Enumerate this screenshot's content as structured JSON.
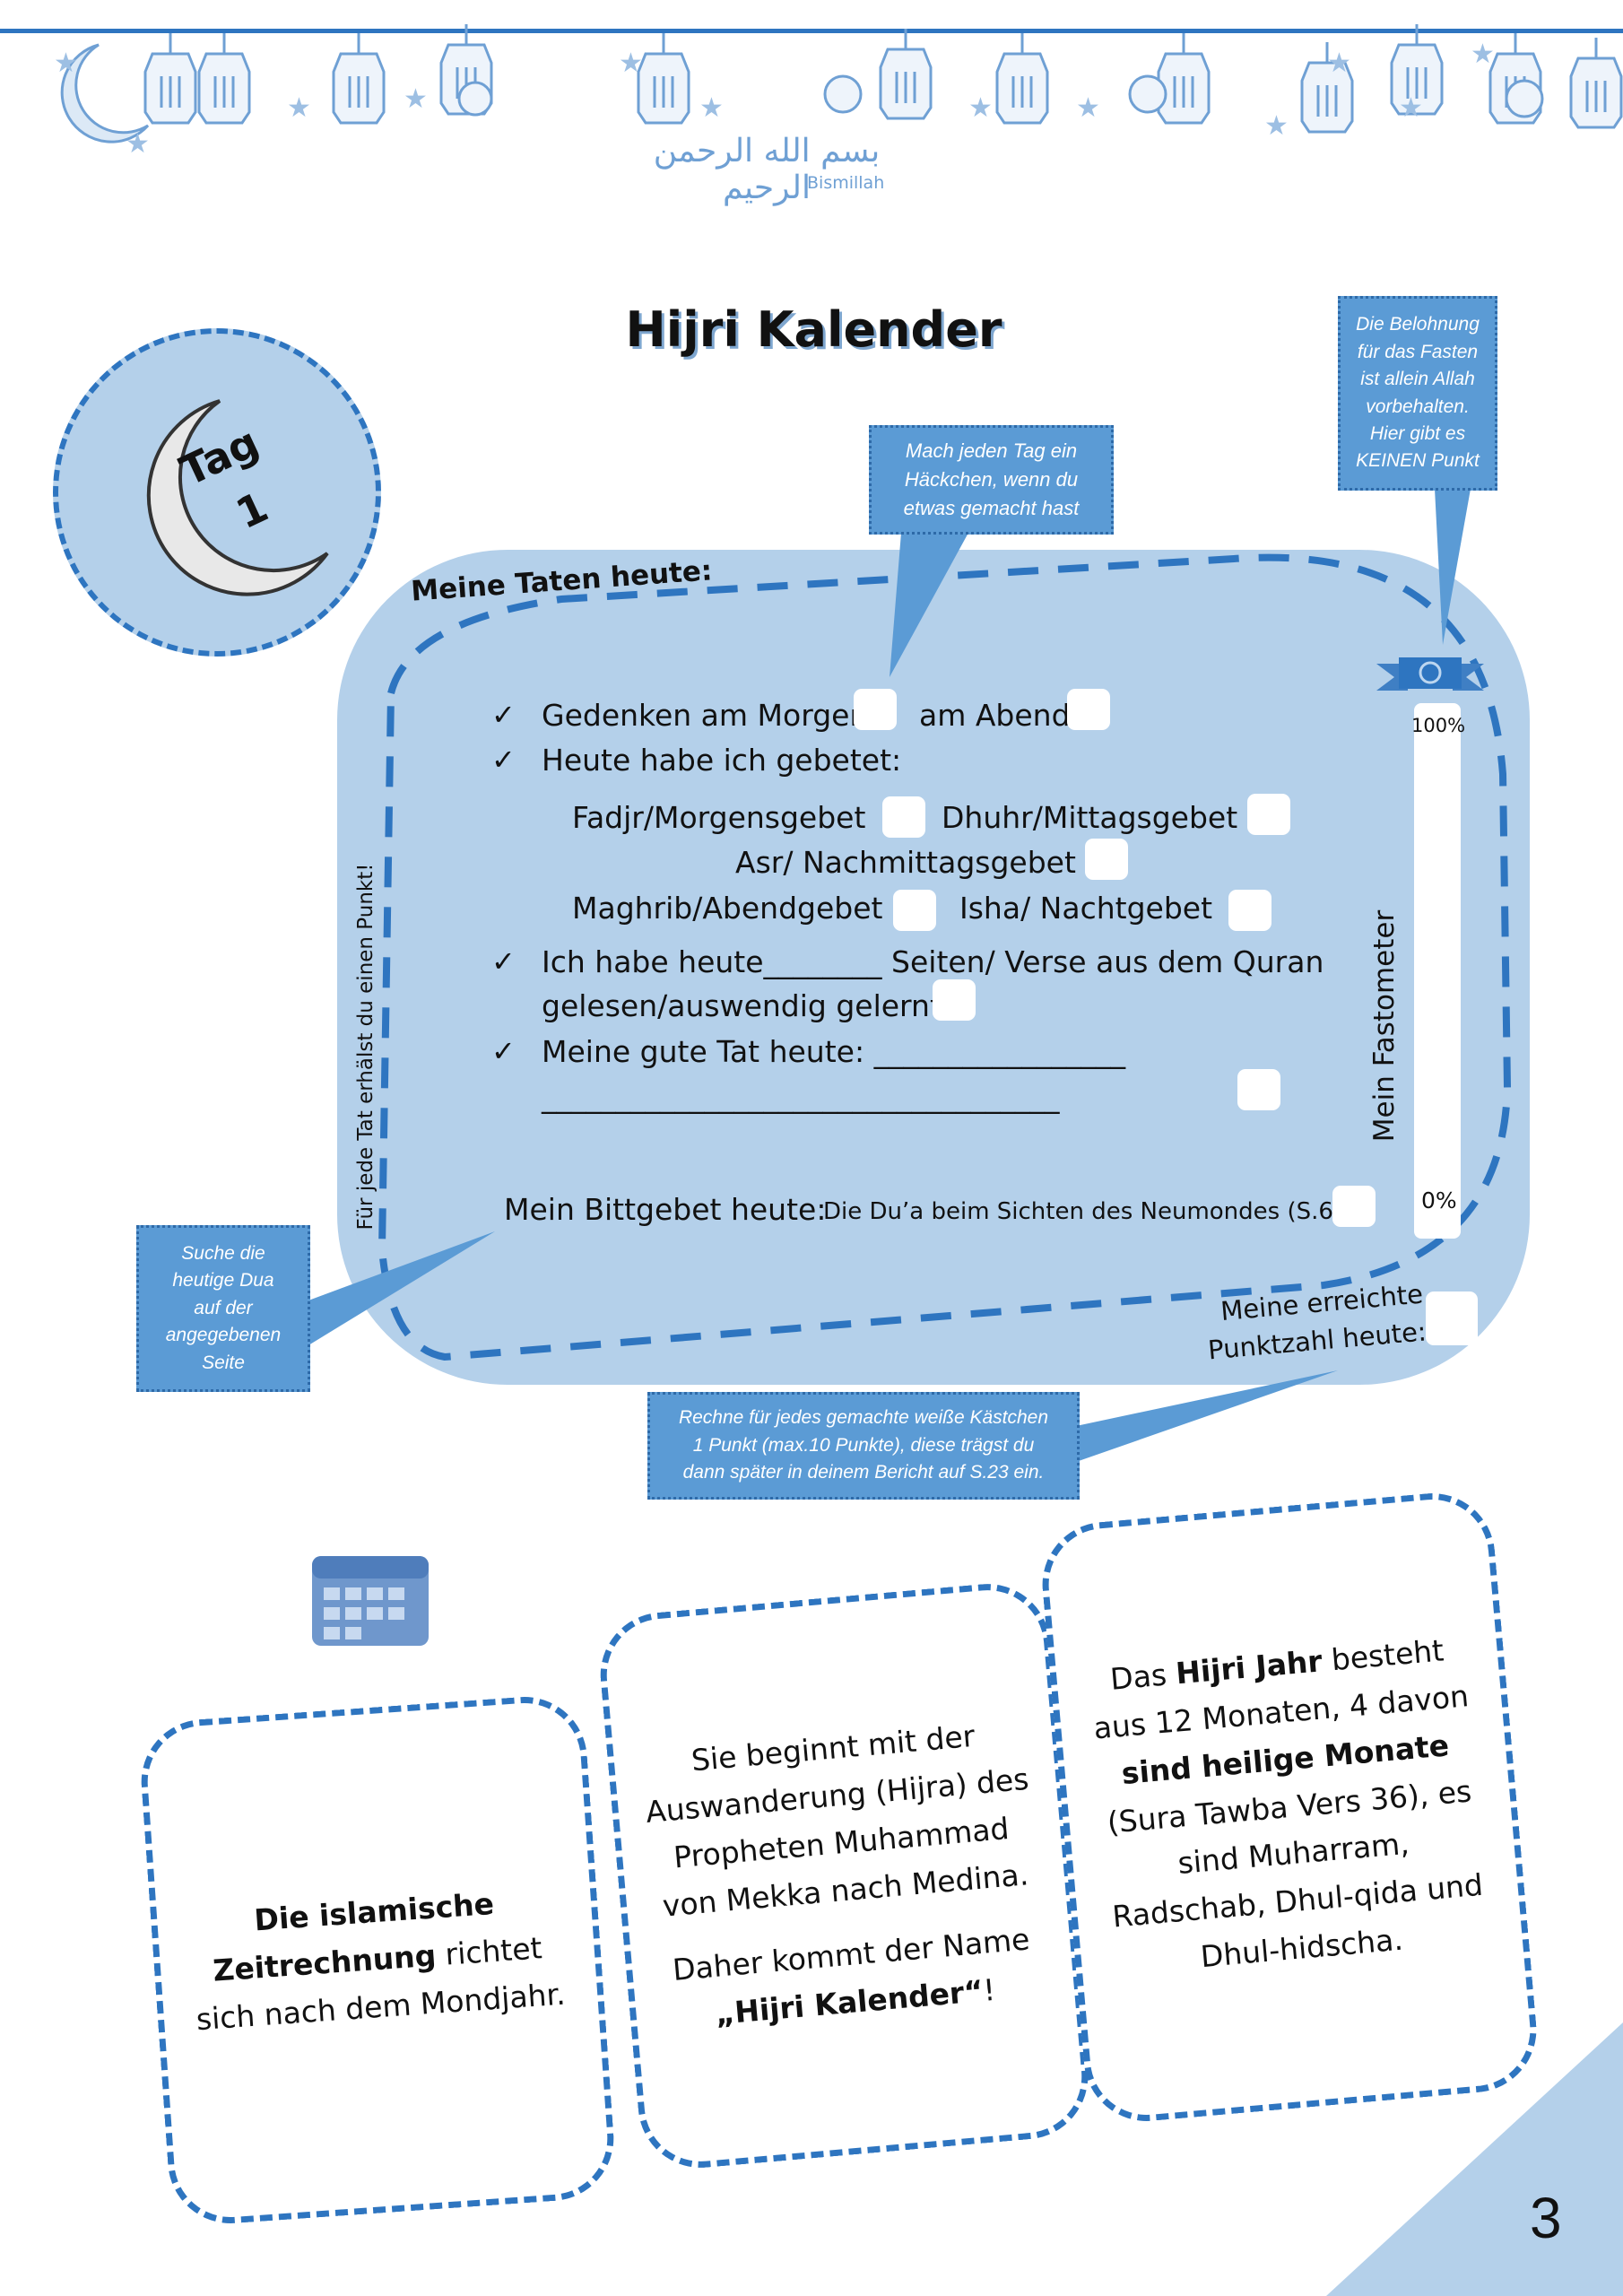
{
  "header": {
    "bismillah_caption": "Bismillah",
    "bismillah_arabic": "بسم الله الرحمن الرحيم"
  },
  "title": "Hijri Kalender",
  "day_badge": {
    "label": "Tag",
    "number": "1"
  },
  "callouts": {
    "checkmark_hint": "Mach jeden Tag ein Häckchen, wenn du etwas gemacht hast",
    "fasting_hint": "Die Belohnung für das Fasten ist allein Allah vorbehalten. Hier gibt es KEINEN Punkt",
    "dua_hint": "Suche die heutige Dua auf der angegebenen Seite",
    "score_hint": "Rechne für jedes  gemachte weiße Kästchen 1 Punkt  (max.10 Punkte), diese trägst du dann später in deinem Bericht auf S.23 ein."
  },
  "main": {
    "heading": "Meine Taten heute:",
    "side_note": "Für jede Tat erhälst du einen Punkt!",
    "check_mark": "✓",
    "items": {
      "morning": "Gedenken am Morgen",
      "evening": "am Abend",
      "prayed": "Heute habe ich gebetet:",
      "fadjr": "Fadjr/Morgensgebet",
      "dhuhr": "Dhuhr/Mittagsgebet",
      "asr": "Asr/ Nachmittagsgebet",
      "maghrib": "Maghrib/Abendgebet",
      "isha": "Isha/ Nachtgebet",
      "quran_1": "Ich habe heute________ Seiten/ Verse aus dem Quran",
      "quran_2": "gelesen/auswendig gelernt",
      "good_deed_1": "Meine gute Tat heute: _________________",
      "good_deed_2": "___________________________________"
    },
    "dua_label": "Mein Bittgebet heute:",
    "dua_value": "Die Du’a beim Sichten des Neumondes (S.6)",
    "score_label_1": "Meine erreichte",
    "score_label_2": "Punktzahl heute:"
  },
  "fastometer": {
    "label": "Mein Fastometer",
    "top": "100%",
    "bottom": "0%",
    "level_percent": 0
  },
  "cards": {
    "c1": {
      "b1": "Die islamische",
      "b2": "Zeitrechnung",
      "t1": " richtet sich nach dem Mondjahr."
    },
    "c2": {
      "t1": "Sie beginnt mit der Auswanderung (Hijra) des Propheten Muhammad von Mekka nach Medina.",
      "t2": "Daher kommt der Name ",
      "b1": "„Hijri Kalender“",
      "t3": "!"
    },
    "c3": {
      "t1": "Das ",
      "b1": "Hijri Jahr",
      "t2": " besteht aus 12 Monaten, 4 davon ",
      "b2": "sind heilige Monate",
      "t3": " (Sura Tawba Vers 36), es sind Muharram, Radschab,  Dhul-qida und Dhul-hidscha."
    }
  },
  "page_number": "3",
  "colors": {
    "accent": "#2e75c0",
    "box": "#b4d0ea",
    "callout": "#5b9bd5"
  }
}
